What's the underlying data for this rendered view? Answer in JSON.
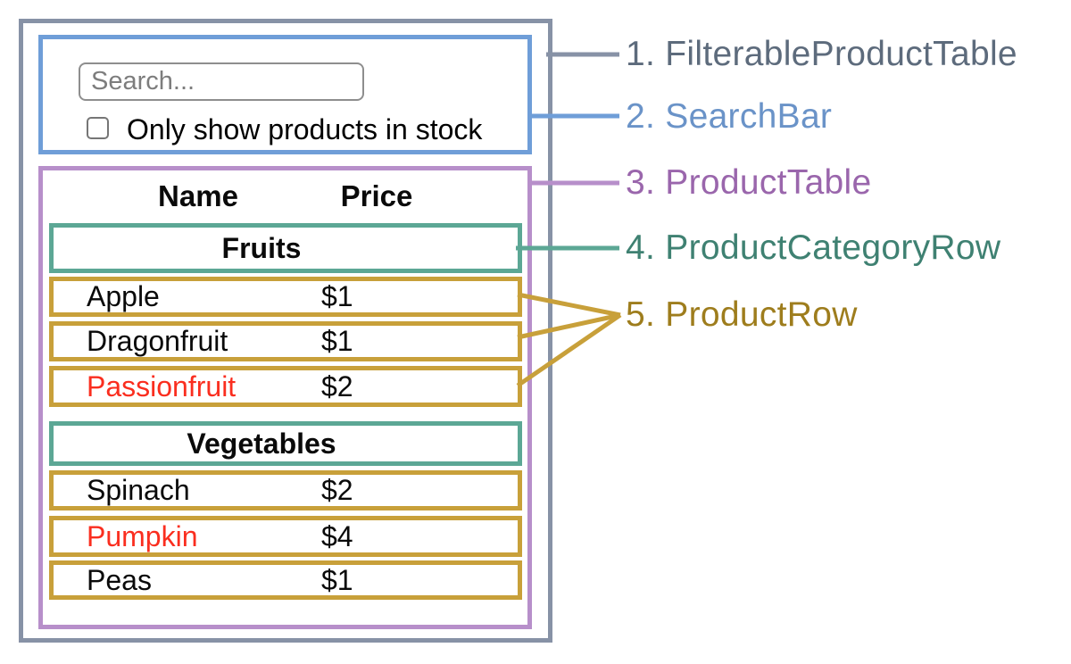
{
  "colors": {
    "slate_border": "#8792a6",
    "blue_border": "#6f9ed8",
    "purple_border": "#b78fca",
    "teal_border": "#5ca795",
    "gold_border": "#c8a03a",
    "red_text": "#fa2e1f"
  },
  "app": {
    "search": {
      "placeholder": "Search...",
      "checkbox_label": "Only show products in stock",
      "checkbox_checked": false
    },
    "table": {
      "columns": [
        "Name",
        "Price"
      ],
      "sections": [
        {
          "category": "Fruits",
          "rows": [
            {
              "name": "Apple",
              "price": "$1"
            },
            {
              "name": "Dragonfruit",
              "price": "$1"
            },
            {
              "name": "Passionfruit",
              "price": "$2",
              "name_color": "#fa2e1f"
            }
          ]
        },
        {
          "category": "Vegetables",
          "rows": [
            {
              "name": "Spinach",
              "price": "$2"
            },
            {
              "name": "Pumpkin",
              "price": "$4",
              "name_color": "#fa2e1f"
            },
            {
              "name": "Peas",
              "price": "$1"
            }
          ]
        }
      ]
    }
  },
  "legend": {
    "items": [
      {
        "label": "1. FilterableProductTable",
        "color": "#5d6b7c"
      },
      {
        "label": "2. SearchBar",
        "color": "#6a93c8"
      },
      {
        "label": "3. ProductTable",
        "color": "#9a66ac"
      },
      {
        "label": "4. ProductCategoryRow",
        "color": "#3f8172"
      },
      {
        "label": "5. ProductRow",
        "color": "#9e7d1d"
      }
    ]
  }
}
